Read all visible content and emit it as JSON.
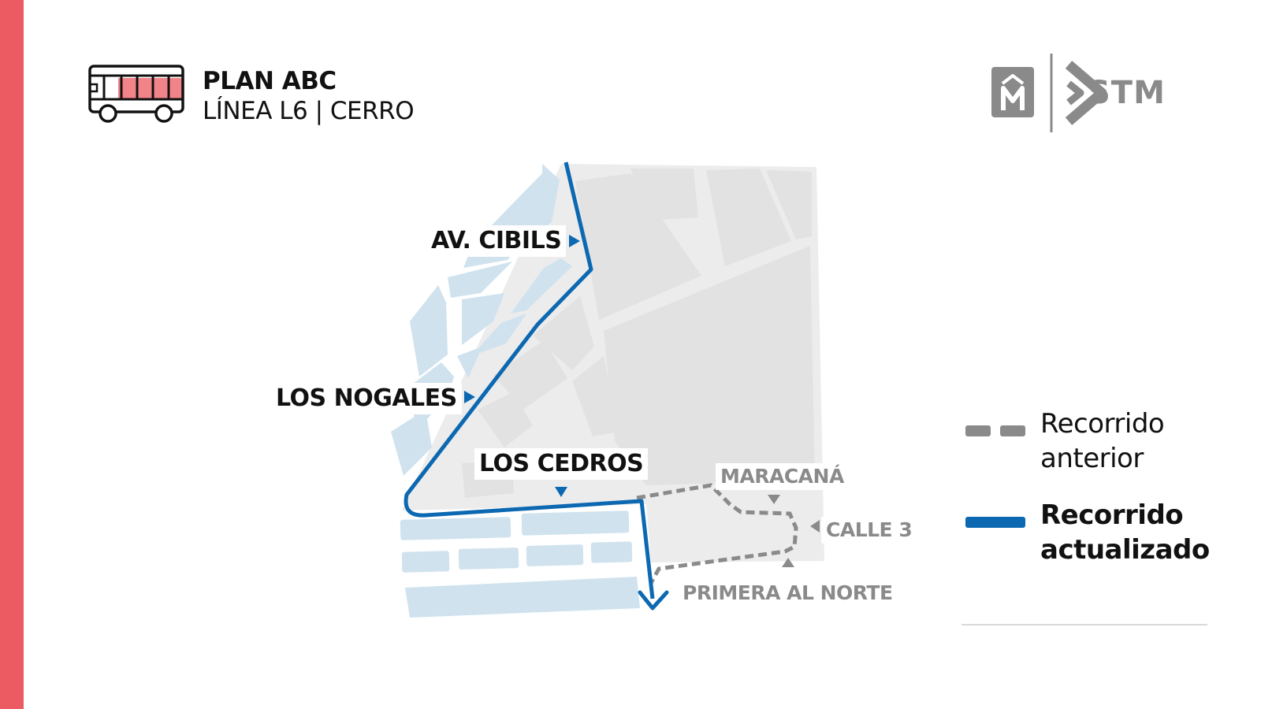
{
  "header": {
    "title": "PLAN ABC",
    "subtitle": "LÍNEA L6 | CERRO",
    "icon": "bus-icon",
    "accent_color": "#ec5b62"
  },
  "logos": {
    "metro_logo_icon": "metro-m-logo",
    "stm_logo_icon": "stm-chevron-logo",
    "stm_text": "STM"
  },
  "map": {
    "route_color": "#0b68b1",
    "old_route_color": "#8a8a8a",
    "land_color": "#ececec",
    "blocks_color": "#cfe2ee",
    "stops": [
      {
        "label": "AV. CIBILS"
      },
      {
        "label": "LOS NOGALES"
      },
      {
        "label": "LOS CEDROS"
      }
    ],
    "old_streets": [
      {
        "label": "MARACANÁ"
      },
      {
        "label": "CALLE 3"
      },
      {
        "label": "PRIMERA AL NORTE"
      }
    ]
  },
  "legend": {
    "items": [
      {
        "line1": "Recorrido",
        "line2": "anterior",
        "style": "dashed"
      },
      {
        "line1": "Recorrido",
        "line2": "actualizado",
        "style": "solid"
      }
    ]
  }
}
